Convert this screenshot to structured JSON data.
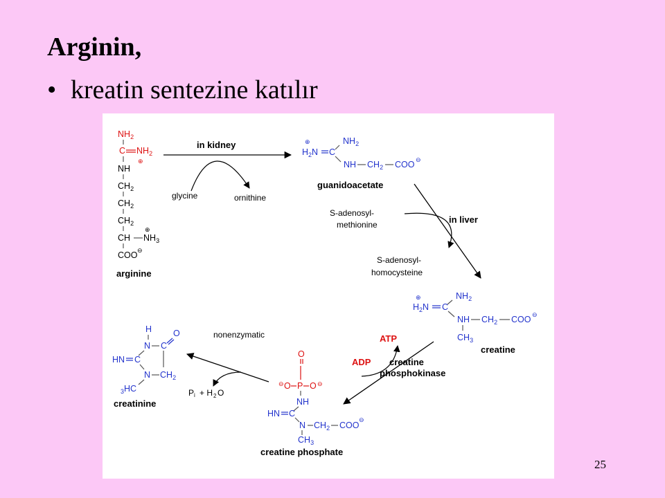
{
  "slide": {
    "title": "Arginin,",
    "bullet": "•",
    "bullet_text": "kreatin sentezine katılır",
    "page_number": "25"
  },
  "diagram": {
    "labels": {
      "arginine": "arginine",
      "guanidoacetate": "guanidoacetate",
      "creatine": "creatine",
      "creatinine": "creatinine",
      "creatine_phosphate": "creatine phosphate"
    },
    "steps": {
      "in_kidney": "in kidney",
      "glycine": "glycine",
      "ornithine": "ornithine",
      "in_liver": "in liver",
      "sam_line1": "S-adenosyl-",
      "sam_line2": "methionine",
      "sah_line1": "S-adenosyl-",
      "sah_line2": "homocysteine",
      "nonenzymatic": "nonenzymatic",
      "atp": "ATP",
      "adp": "ADP",
      "ck_line1": "creatine",
      "ck_line2": "phosphokinase",
      "pi": "P",
      "pi_sub": "i",
      "water": "+ H",
      "water_sub": "2",
      "water_o": "O"
    },
    "colors": {
      "background": "#ffffff",
      "blue_atoms": "#2233cc",
      "red_atoms": "#dd1111",
      "bonds": "#555555",
      "arrows": "#000000"
    }
  }
}
